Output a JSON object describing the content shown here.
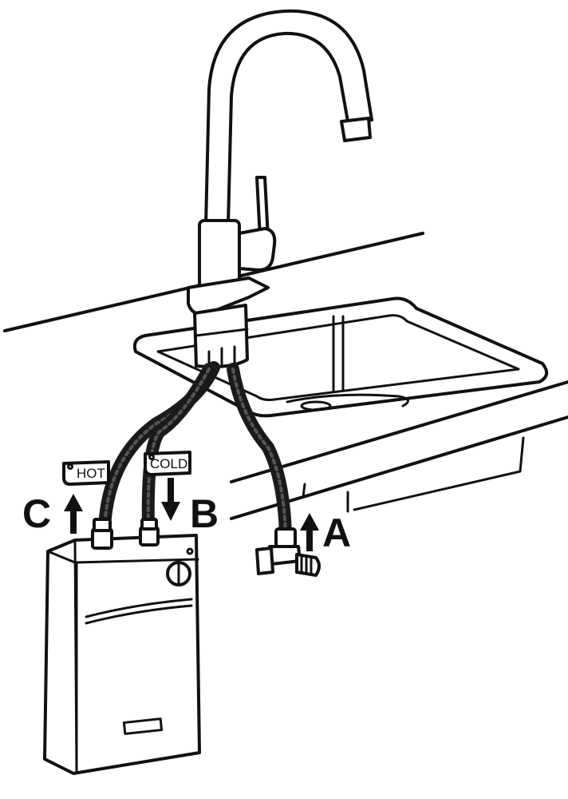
{
  "labels": {
    "hot_tag": "HOT",
    "cold_tag": "COLD",
    "arrow_a": "A",
    "arrow_b": "B",
    "arrow_c": "C"
  }
}
